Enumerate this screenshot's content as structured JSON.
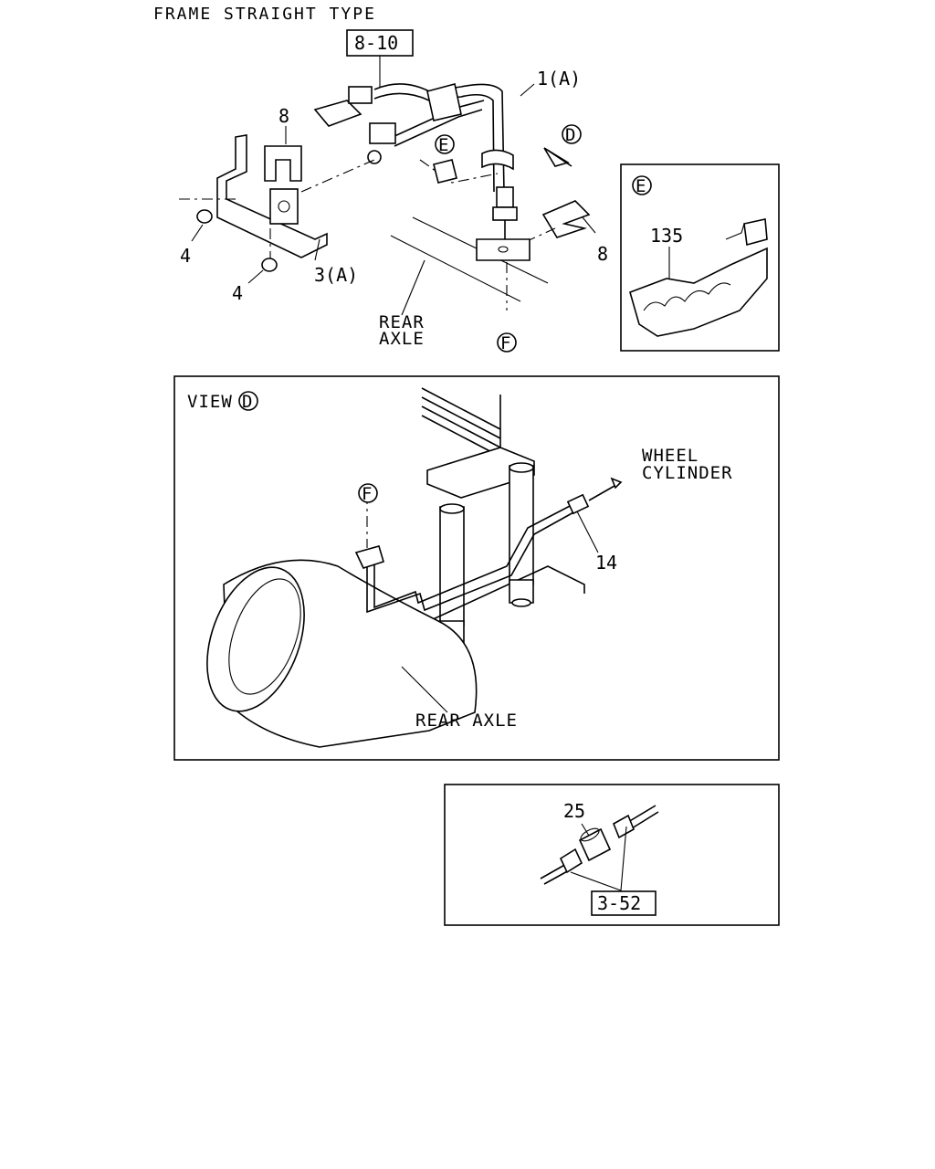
{
  "diagram": {
    "title": "FRAME STRAIGHT TYPE",
    "ref_top": "8-10",
    "ref_joint": "3-52",
    "callouts": {
      "pipe": "1(A)",
      "bracket": "3(A)",
      "nut_upper": "4",
      "nut_lower": "4",
      "clip_upper": "8",
      "clip_right": "8",
      "clamp": "135",
      "pipe_view": "14",
      "union": "25"
    },
    "circle_refs": {
      "view": "D",
      "detail_e": "E",
      "detail_f": "F"
    },
    "labels": {
      "rear_axle_line1": "REAR",
      "rear_axle_line2": "AXLE",
      "view": "VIEW",
      "wheel_line1": "WHEEL",
      "wheel_line2": "CYLINDER",
      "rear_axle_view": "REAR AXLE"
    }
  }
}
